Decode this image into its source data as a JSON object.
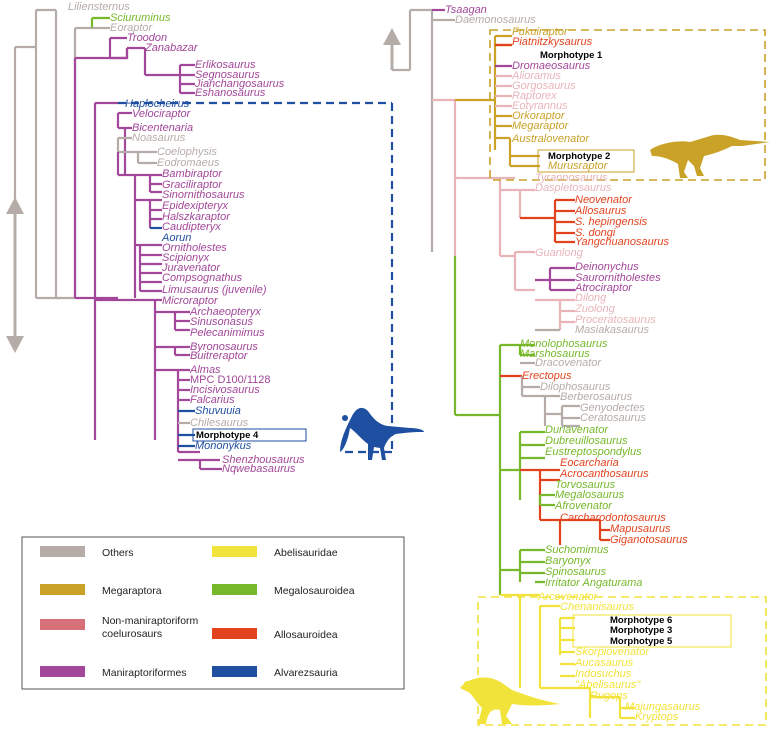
{
  "colors": {
    "others": "#b5aca7",
    "megaraptora": "#c9a227",
    "noncoel": "#e8b4b8",
    "noncoel_legend": "#d8707a",
    "manirap": "#a3479a",
    "abelis": "#f2e33a",
    "megalo": "#76b82a",
    "allo": "#e2431e",
    "alvarez": "#1f4fa0"
  },
  "left_tree": {
    "taxa": [
      {
        "name": "Liliensternus",
        "group": "others"
      },
      {
        "name": "Sciuruminus",
        "group": "megalo"
      },
      {
        "name": "Eoraptor",
        "group": "others"
      },
      {
        "name": "Troodon",
        "group": "manirap"
      },
      {
        "name": "Zanabazar",
        "group": "manirap"
      },
      {
        "name": "Erlikosaurus",
        "group": "manirap"
      },
      {
        "name": "Segnosaurus",
        "group": "manirap"
      },
      {
        "name": "Jianchangosaurus",
        "group": "manirap"
      },
      {
        "name": "Eshanosaurus",
        "group": "manirap"
      },
      {
        "name": "Haplocheirus",
        "group": "alvarez"
      },
      {
        "name": "Velociraptor",
        "group": "manirap"
      },
      {
        "name": "Bicentenaria",
        "group": "manirap"
      },
      {
        "name": "Noasaurus",
        "group": "others"
      },
      {
        "name": "Coelophysis",
        "group": "others"
      },
      {
        "name": "Eodromaeus",
        "group": "others"
      },
      {
        "name": "Bambiraptor",
        "group": "manirap"
      },
      {
        "name": "Graciliraptor",
        "group": "manirap"
      },
      {
        "name": "Sinornithosaurus",
        "group": "manirap"
      },
      {
        "name": "Epidexipteryx",
        "group": "manirap"
      },
      {
        "name": "Halszkaraptor",
        "group": "manirap"
      },
      {
        "name": "Caudipteryx",
        "group": "manirap"
      },
      {
        "name": "Aorun",
        "group": "alvarez"
      },
      {
        "name": "Ornitholestes",
        "group": "manirap"
      },
      {
        "name": "Scipionyx",
        "group": "manirap"
      },
      {
        "name": "Juravenator",
        "group": "manirap"
      },
      {
        "name": "Compsognathus",
        "group": "manirap"
      },
      {
        "name": "Limusaurus (juvenile)",
        "group": "manirap"
      },
      {
        "name": "Microraptor",
        "group": "manirap"
      },
      {
        "name": "Archaeopteryx",
        "group": "manirap"
      },
      {
        "name": "Sinusonasus",
        "group": "manirap"
      },
      {
        "name": "Pelecanimimus",
        "group": "manirap"
      },
      {
        "name": "Byronosaurus",
        "group": "manirap"
      },
      {
        "name": "Buitreraptor",
        "group": "manirap"
      },
      {
        "name": "Almas",
        "group": "manirap"
      },
      {
        "name": "MPC D100/1128",
        "group": "manirap"
      },
      {
        "name": "Incisivosaurus",
        "group": "manirap"
      },
      {
        "name": "Falcarius",
        "group": "manirap"
      },
      {
        "name": "Shuvuuia",
        "group": "alvarez"
      },
      {
        "name": "Chilesaurus",
        "group": "others"
      },
      {
        "name": "Morphotype 4",
        "group": "morph"
      },
      {
        "name": "Mononykus",
        "group": "alvarez"
      },
      {
        "name": "Shenzhousaurus",
        "group": "manirap"
      },
      {
        "name": "Nqwebasaurus",
        "group": "manirap"
      }
    ]
  },
  "right_tree": {
    "taxa": [
      {
        "name": "Tsaagan",
        "group": "manirap"
      },
      {
        "name": "Daemonosaurus",
        "group": "others"
      },
      {
        "name": "Fukuiraptor",
        "group": "megaraptora"
      },
      {
        "name": "Piatnitzkysaurus",
        "group": "allo"
      },
      {
        "name": "Morphotype 1",
        "group": "morph"
      },
      {
        "name": "Dromaeosaurus",
        "group": "manirap"
      },
      {
        "name": "Alioramus",
        "group": "noncoel"
      },
      {
        "name": "Gorgosaurus",
        "group": "noncoel"
      },
      {
        "name": "Raptorex",
        "group": "noncoel"
      },
      {
        "name": "Eotyrannus",
        "group": "noncoel"
      },
      {
        "name": "Orkoraptor",
        "group": "megaraptora"
      },
      {
        "name": "Megaraptor",
        "group": "megaraptora"
      },
      {
        "name": "Australovenator",
        "group": "megaraptora"
      },
      {
        "name": "Morphotype 2",
        "group": "morph"
      },
      {
        "name": "Murusraptor",
        "group": "megaraptora"
      },
      {
        "name": "Tyrannosaurus",
        "group": "noncoel"
      },
      {
        "name": "Daspletosaurus",
        "group": "noncoel"
      },
      {
        "name": "Neovenator",
        "group": "allo"
      },
      {
        "name": "Allosaurus",
        "group": "allo"
      },
      {
        "name": "S. hepingensis",
        "group": "allo"
      },
      {
        "name": "S. dongi",
        "group": "allo"
      },
      {
        "name": "Yangchuanosaurus",
        "group": "allo"
      },
      {
        "name": "Guanlong",
        "group": "noncoel"
      },
      {
        "name": "Deinonychus",
        "group": "manirap"
      },
      {
        "name": "Saurornitholestes",
        "group": "manirap"
      },
      {
        "name": "Atrociraptor",
        "group": "manirap"
      },
      {
        "name": "Dilong",
        "group": "noncoel"
      },
      {
        "name": "Zuolong",
        "group": "noncoel"
      },
      {
        "name": "Proceratosaurus",
        "group": "noncoel"
      },
      {
        "name": "Masiakasaurus",
        "group": "others"
      },
      {
        "name": "Monolophosaurus",
        "group": "megalo"
      },
      {
        "name": "Marshosaurus",
        "group": "megalo"
      },
      {
        "name": "Dracovenator",
        "group": "others"
      },
      {
        "name": "Erectopus",
        "group": "allo"
      },
      {
        "name": "Dilophosaurus",
        "group": "others"
      },
      {
        "name": "Berberosaurus",
        "group": "others"
      },
      {
        "name": "Genyodectes",
        "group": "others"
      },
      {
        "name": "Ceratosaurus",
        "group": "others"
      },
      {
        "name": "Duriavenator",
        "group": "megalo"
      },
      {
        "name": "Dubreuillosaurus",
        "group": "megalo"
      },
      {
        "name": "Eustreptospondylus",
        "group": "megalo"
      },
      {
        "name": "Eocarcharia",
        "group": "allo"
      },
      {
        "name": "Acrocanthosaurus",
        "group": "allo"
      },
      {
        "name": "Torvosaurus",
        "group": "megalo"
      },
      {
        "name": "Megalosaurus",
        "group": "megalo"
      },
      {
        "name": "Afrovenator",
        "group": "megalo"
      },
      {
        "name": "Carcharodontosaurus",
        "group": "allo"
      },
      {
        "name": "Mapusaurus",
        "group": "allo"
      },
      {
        "name": "Giganotosaurus",
        "group": "allo"
      },
      {
        "name": "Suchomimus",
        "group": "megalo"
      },
      {
        "name": "Baryonyx",
        "group": "megalo"
      },
      {
        "name": "Spinosaurus",
        "group": "megalo"
      },
      {
        "name": "Irritator Angaturama",
        "group": "megalo"
      },
      {
        "name": "Arcovenator",
        "group": "abelis"
      },
      {
        "name": "Chenanisaurus",
        "group": "abelis"
      },
      {
        "name": "Morphotype 6",
        "group": "morph"
      },
      {
        "name": "Morphotype 3",
        "group": "morph"
      },
      {
        "name": "Morphotype 5",
        "group": "morph"
      },
      {
        "name": "Skorpiovenator",
        "group": "abelis"
      },
      {
        "name": "Aucasaurus",
        "group": "abelis"
      },
      {
        "name": "Indosuchus",
        "group": "abelis"
      },
      {
        "name": "\"Abelisaurus\"",
        "group": "abelis"
      },
      {
        "name": "Rugops",
        "group": "abelis"
      },
      {
        "name": "Majungasaurus",
        "group": "abelis"
      },
      {
        "name": "Kryptops",
        "group": "abelis"
      }
    ]
  },
  "legend": {
    "items": [
      {
        "label": "Others",
        "color_key": "others"
      },
      {
        "label": "Abelisauridae",
        "color_key": "abelis"
      },
      {
        "label": "Megaraptora",
        "color_key": "megaraptora"
      },
      {
        "label": "Megalosauroidea",
        "color_key": "megalo"
      },
      {
        "label": "Non-maniraptoriform",
        "label2": "coelurosaurs",
        "color_key": "noncoel_legend"
      },
      {
        "label": "Allosauroidea",
        "color_key": "allo"
      },
      {
        "label": "Maniraptoriformes",
        "color_key": "manirap"
      },
      {
        "label": "Alvarezsauria",
        "color_key": "alvarez"
      }
    ]
  }
}
